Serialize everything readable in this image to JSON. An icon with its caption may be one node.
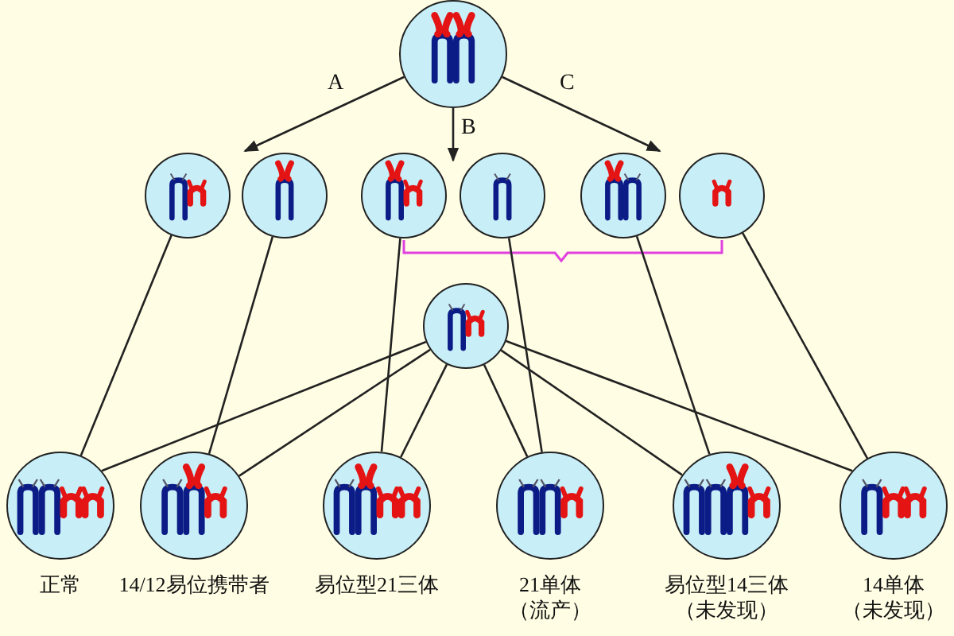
{
  "diagram": {
    "nodes": [
      {
        "text": [],
        "shape": "circle"
      },
      {
        "text": [],
        "shape": "circle"
      },
      {
        "text": [],
        "shape": "circle"
      },
      {
        "text": [],
        "shape": "circle"
      },
      {
        "text": [],
        "shape": "circle"
      },
      {
        "text": [],
        "shape": "circle"
      },
      {
        "text": [],
        "shape": "circle"
      },
      {
        "text": [],
        "shape": "circle"
      },
      {
        "text": [],
        "shape": "circle",
        "beside": [
          "正常"
        ]
      },
      {
        "text": [],
        "shape": "circle",
        "beside": [
          "14/12易位携带者"
        ]
      },
      {
        "text": [],
        "shape": "circle",
        "beside": [
          "易位型21三体"
        ]
      },
      {
        "text": [],
        "shape": "circle",
        "beside": [
          "21单体",
          "（流产）"
        ]
      },
      {
        "text": [],
        "shape": "circle",
        "beside": [
          "易位型14三体",
          "（未发现）"
        ]
      },
      {
        "text": [],
        "shape": "circle",
        "beside": [
          "14单体",
          "（未发现）"
        ]
      }
    ],
    "edges": [
      {
        "from": 0,
        "to": 1,
        "arrow": "to",
        "label": "A"
      },
      {
        "from": 0,
        "to": 3,
        "arrow": "to",
        "label": "B"
      },
      {
        "from": 0,
        "to": 5,
        "arrow": "to",
        "label": "C"
      },
      {
        "from": 1,
        "to": 8,
        "arrow": "none"
      },
      {
        "from": 2,
        "to": 9,
        "arrow": "none"
      },
      {
        "from": 3,
        "to": 10,
        "arrow": "none"
      },
      {
        "from": 4,
        "to": 11,
        "arrow": "none"
      },
      {
        "from": 5,
        "to": 12,
        "arrow": "none"
      },
      {
        "from": 6,
        "to": 13,
        "arrow": "none"
      },
      {
        "from": 7,
        "to": 8,
        "arrow": "none"
      },
      {
        "from": 7,
        "to": 9,
        "arrow": "none"
      },
      {
        "from": 7,
        "to": 10,
        "arrow": "none"
      },
      {
        "from": 7,
        "to": 11,
        "arrow": "none"
      },
      {
        "from": 7,
        "to": 12,
        "arrow": "none"
      },
      {
        "from": 7,
        "to": 13,
        "arrow": "none"
      }
    ]
  }
}
